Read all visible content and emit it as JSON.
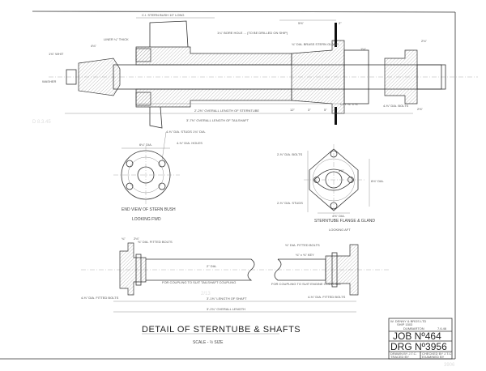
{
  "drawing": {
    "title": "DETAIL OF STERNTUBE & SHAFTS",
    "scale": "SCALE - ½ SIZE",
    "title_block": {
      "company_line1": "W. DENNY & BROS LTD",
      "company_line2": "SHIP 1503",
      "company_line3": "DUMBARTON",
      "date": "7.6.46",
      "job": "JOB Nº464",
      "drg": "DRG Nº3956",
      "drawn_by": "DRAWN BY   J.T.C.",
      "traced_by": "TRACED BY",
      "checked_by": "CHECKED BY   J.T.C.",
      "examined_by": "EXAMINED BY"
    },
    "pencil_notes": [
      "D 8.3.45",
      "2/13",
      "3906"
    ]
  },
  "top_view": {
    "labels": {
      "stern_bush": "C.I. STERN BUSH 10\" LONG",
      "sternpost_note": "1¼\" BORE HOLE ... (TO BE DRILLED ON SHIP)",
      "gland": "¾\" DIA. BRASS STERN GLAND",
      "liner": "LINER ¼\" THICK",
      "nut": "1⅜\" WHIT",
      "washer": "WASHER",
      "key": "KEY ⅛\" x ⅜\"",
      "bolts": "4-⅜\" DIA. BOLTS",
      "dim_1": "4⅛\"",
      "dim_2": "5⅝\"",
      "dim_3": "2\"",
      "dim_4": "2⅛\"",
      "dim_5": "1⅛\"",
      "dim_6": "2⅜\"",
      "dim_7": "12\"",
      "dim_8": "3\"",
      "dim_9": "5\"",
      "sterntube_length": "2'-2⅝\" OVERALL LENGTH OF STERNTUBE",
      "tailshaft_length": "3'-7⅝\" OVERALL LENGTH OF TAILSHAFT"
    }
  },
  "end_view": {
    "caption": "END VIEW OF STERN BUSH",
    "looking": "LOOKING FWD",
    "bolt_note": "4-⅜\" DIA. STUDS 1¾\" DIA.",
    "holes_note": "4-⅜\" DIA. HOLES",
    "diameter": "6¼\" DIA."
  },
  "flange_view": {
    "caption": "STERNTUBE FLANGE & GLAND",
    "looking": "LOOKING AFT",
    "bolt_note": "2-⅝\" DIA. BOLTS",
    "stud_note": "2-⅜\" DIA. STUDS",
    "width": "4⅝\" DIA.",
    "height": "6⅛\" DIA.",
    "pcd": "6⅜\""
  },
  "lower_view": {
    "labels": {
      "left_bolt": "⅜\" DIA. FITTED BOLTS",
      "right_bolt": "⅜\" DIA. FITTED BOLTS",
      "left_couple": "FOR COUPLING TO SUIT TAILSHAFT COUPLING",
      "right_couple": "FOR COUPLING TO SUIT ENGINE COUPLING",
      "left_bolts_note": "4-⅜\" DIA. FITTED BOLTS",
      "right_bolts_note": "4-⅜\" DIA. FITTED BOLTS",
      "keyway": "⅛\" x ⅜\" KEY",
      "shaft_dia": "2\" DIA.",
      "dim_a": "2⅛\"",
      "dim_b": "¾\"",
      "shaft_length": "3'-1⅝\" LENGTH OF SHAFT",
      "overall_length": "3'-2¾\" OVERALL LENGTH"
    }
  }
}
